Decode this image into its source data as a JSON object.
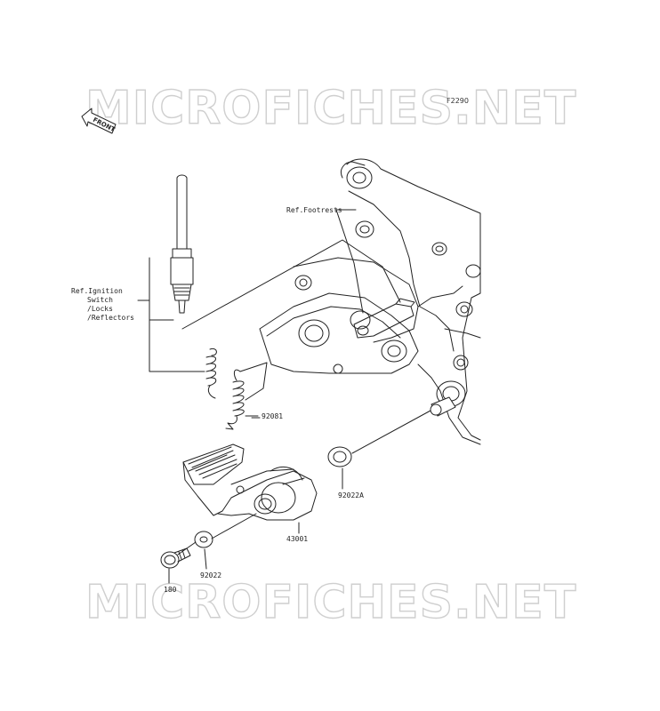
{
  "figure_code": "F2290",
  "watermark_top": "MICROFICHES.NET",
  "watermark_bottom": "MICROFICHES.NET",
  "front_arrow": {
    "text": "FRONT",
    "icon": "front-arrow-icon"
  },
  "callouts": {
    "footrests": "Ref.Footrests",
    "ignition": [
      "Ref.Ignition",
      "Switch",
      "/Locks",
      "/Reflectors"
    ],
    "p92081": "92081",
    "p92022A": "92022A",
    "p43001": "43001",
    "p92022": "92022",
    "p180": "180"
  }
}
